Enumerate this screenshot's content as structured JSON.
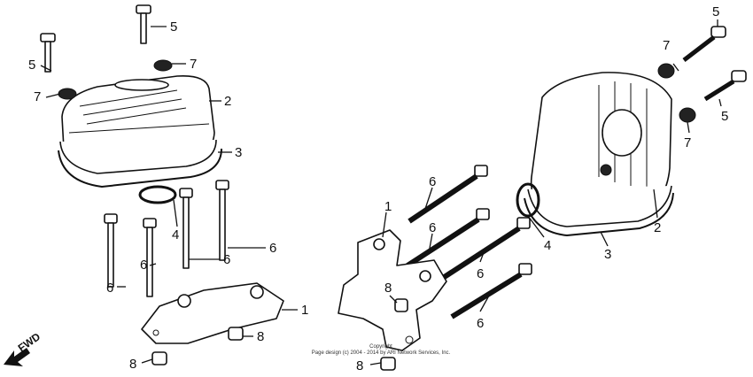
{
  "fwd_label": "FWD",
  "copyright": {
    "line1": "Copyright",
    "line2": "Page design (c) 2004 - 2014 by ARI Network Services, Inc."
  },
  "callouts": {
    "c1a": "1",
    "c1b": "1",
    "c2a": "2",
    "c2b": "2",
    "c3a": "3",
    "c3b": "3",
    "c4a": "4",
    "c4b": "4",
    "c5a": "5",
    "c5b": "5",
    "c5c": "5",
    "c5d": "5",
    "c6a": "6",
    "c6b": "6",
    "c6c": "6",
    "c6d": "6",
    "c6e": "6",
    "c6f": "6",
    "c6g": "6",
    "c6h": "6",
    "c7a": "7",
    "c7b": "7",
    "c7c": "7",
    "c7d": "7",
    "c8a": "8",
    "c8b": "8",
    "c8c": "8",
    "c8d": "8"
  }
}
